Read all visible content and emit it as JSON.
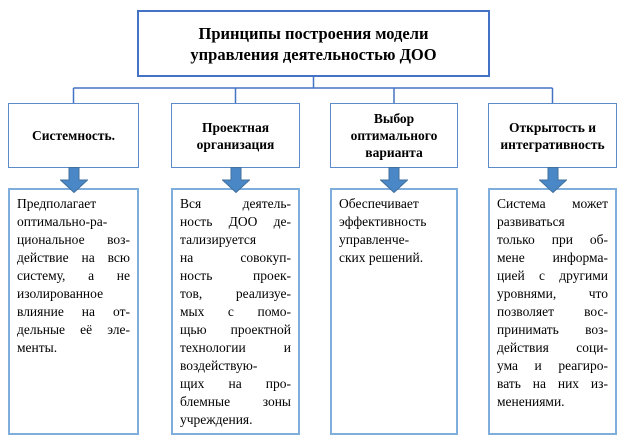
{
  "diagram": {
    "title_lines": [
      "Принципы построения модели",
      "управления деятельностью ДОО"
    ],
    "principles": [
      {
        "label_lines": [
          "Системность."
        ],
        "desc_lines": [
          "Предполагает",
          "оптимально-ра-",
          "циональное воз-",
          "действие на всю",
          "систему, а не",
          "изолированное",
          "влияние на от-",
          "дельные её эле-",
          "менты."
        ]
      },
      {
        "label_lines": [
          "Проектная",
          "организация"
        ],
        "desc_lines": [
          "Вся деятель-",
          "ность ДОО де-",
          "тализируется",
          "на совокуп-",
          "ность проек-",
          "тов, реализуе-",
          "мых с помо-",
          "щью проектной",
          "технологии и",
          "воздействую-",
          "щих на про-",
          "блемные зоны",
          "учреждения."
        ]
      },
      {
        "label_lines": [
          "Выбор",
          "оптимального",
          "варианта"
        ],
        "desc_lines": [
          "Обеспечивает",
          "эффективность",
          "управленче-",
          "ских решений."
        ]
      },
      {
        "label_lines": [
          "Открытость и",
          "интегративность"
        ],
        "desc_lines": [
          "Система может",
          "развиваться",
          "только при об-",
          "мене информа-",
          "цией с другими",
          "уровнями, что",
          "позволяет вос-",
          "принимать воз-",
          "действия соци-",
          "ума и реагиро-",
          "вать на них из-",
          "менениями."
        ]
      }
    ],
    "colors": {
      "background": "#FFFFFF",
      "text": "#000000",
      "title_border": "#4472C4",
      "header_border": "#5B8BC9",
      "desc_border": "#7FAEDC",
      "connector": "#4472C4",
      "arrow_fill": "#4A87C7",
      "arrow_stroke": "#41719C"
    }
  }
}
